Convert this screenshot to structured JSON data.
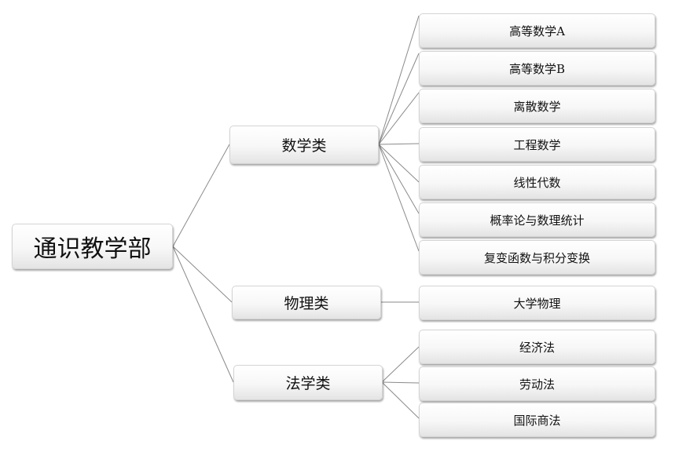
{
  "root": "通识教学部",
  "categories": [
    {
      "label": "数学类",
      "courses": [
        "高等数学A",
        "高等数学B",
        "离散数学",
        "工程数学",
        "线性代数",
        "概率论与数理统计",
        "复变函数与积分变换"
      ]
    },
    {
      "label": "物理类",
      "courses": [
        "大学物理"
      ]
    },
    {
      "label": "法学类",
      "courses": [
        "经济法",
        "劳动法",
        "国际商法"
      ]
    }
  ]
}
